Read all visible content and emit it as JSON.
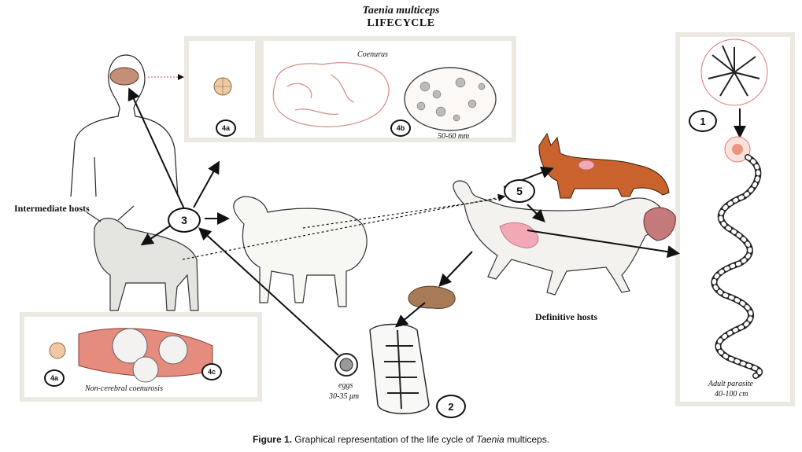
{
  "title": {
    "species": "Taenia multiceps",
    "subtitle": "LIFECYCLE"
  },
  "labels": {
    "intermediate_hosts": "Intermediate hosts",
    "definitive_hosts": "Definitive hosts",
    "coenurus": "Coenurus",
    "coenurus_size": "50-60 mm",
    "non_cerebral": "Non-cerebral coenurosis",
    "eggs": "eggs",
    "eggs_size": "30-35 μm",
    "adult_parasite": "Adult parasite",
    "adult_size": "40-100 cm"
  },
  "stages": {
    "s1": "1",
    "s2": "2",
    "s3": "3",
    "s4a_top": "4a",
    "s4b": "4b",
    "s4a_bottom": "4a",
    "s4c": "4c",
    "s5": "5"
  },
  "caption": {
    "figure": "Figure 1.",
    "text_before": " Graphical representation of the life cycle of ",
    "genus": "Taenia",
    "text_after": " multiceps."
  },
  "colors": {
    "panel_border": "#ece9e2",
    "cyst_pink": "#e9a58f",
    "fox": "#c9622c",
    "organ": "#f3a8b5"
  }
}
